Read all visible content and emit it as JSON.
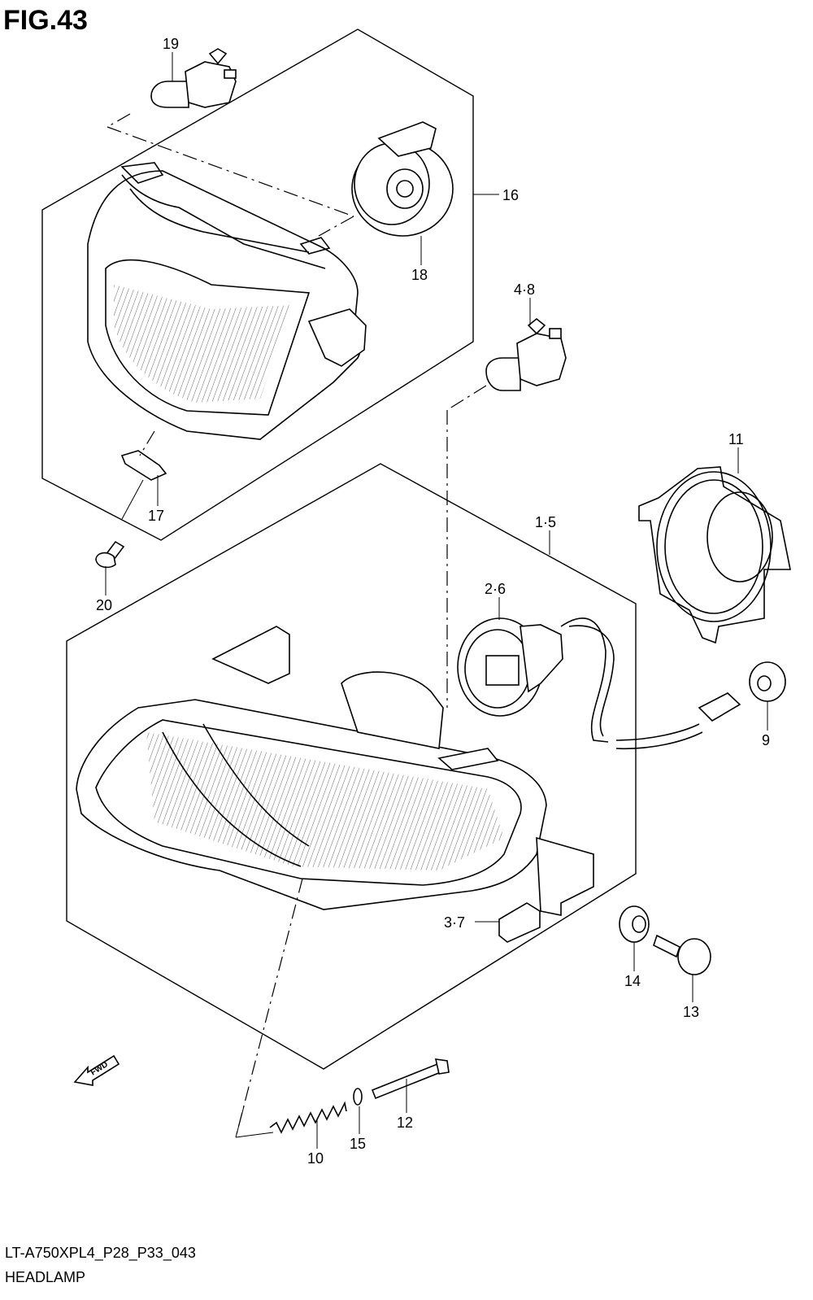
{
  "header": {
    "figure_label": "FIG.43"
  },
  "footer": {
    "code": "LT-A750XPL4_P28_P33_043",
    "name": "HEADLAMP"
  },
  "fwd_arrow": {
    "label": "FWD"
  },
  "callouts": {
    "c19": "19",
    "c16": "16",
    "c18": "18",
    "c48": "4·8",
    "c11": "11",
    "c17": "17",
    "c20": "20",
    "c15a": "1·5",
    "c26": "2·6",
    "c9": "9",
    "c37": "3·7",
    "c14": "14",
    "c13": "13",
    "c12": "12",
    "c10": "10",
    "c15": "15"
  }
}
